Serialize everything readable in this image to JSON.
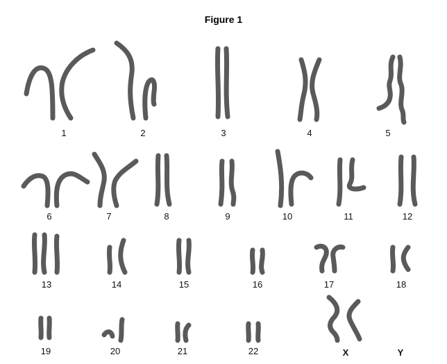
{
  "title": "Figure 1",
  "colors": {
    "chromosome": "#5a5a5a",
    "background": "#ffffff",
    "text": "#111111"
  },
  "chromosomes": [
    "1",
    "2",
    "3",
    "4",
    "5",
    "6",
    "7",
    "8",
    "9",
    "10",
    "11",
    "12",
    "13",
    "14",
    "15",
    "16",
    "17",
    "18",
    "19",
    "20",
    "21",
    "22",
    "X",
    "Y"
  ]
}
